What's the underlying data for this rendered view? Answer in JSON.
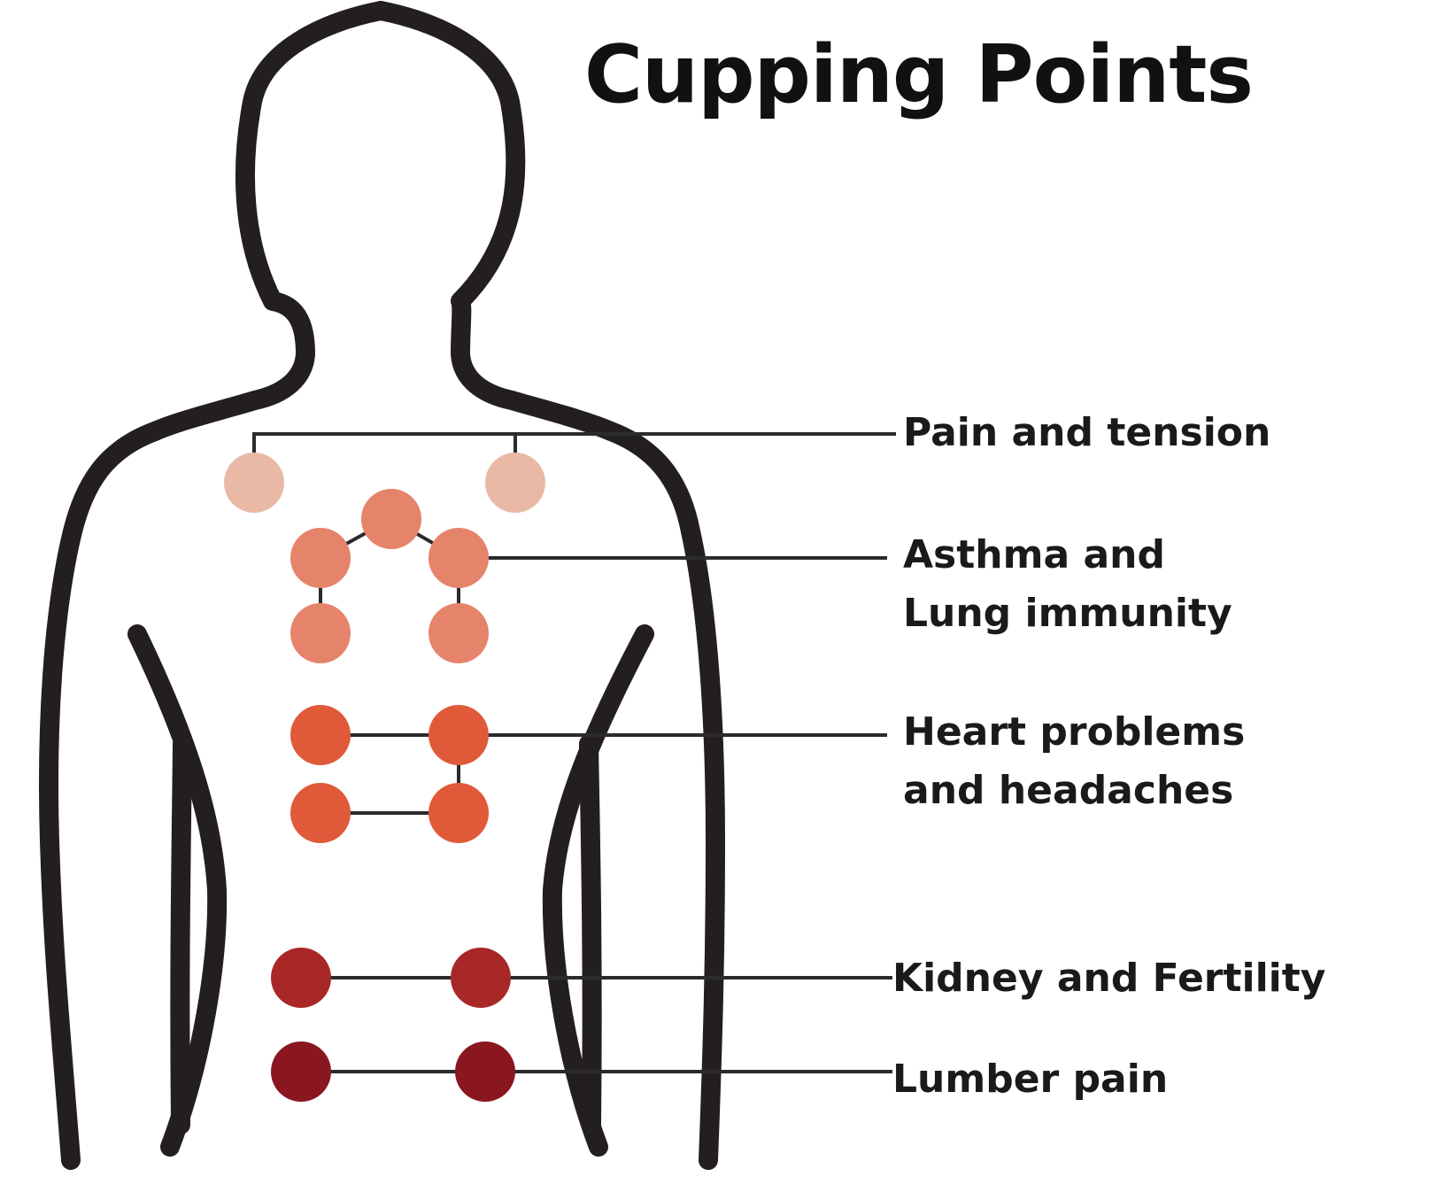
{
  "title": "Cupping Points",
  "colors": {
    "outline": "#231f20",
    "leader_line": "#2b2b2b",
    "pain_tension": "#e9b9a6",
    "asthma_lung": "#e5846b",
    "heart_headaches": "#e05a3a",
    "kidney_fertility": "#a82828",
    "lumber_pain": "#8a1620"
  },
  "groups": [
    {
      "id": "pain_tension",
      "lines": [
        "Pain and tension"
      ],
      "point_count": 2
    },
    {
      "id": "asthma_lung",
      "lines": [
        "Asthma and",
        "Lung immunity"
      ],
      "point_count": 5
    },
    {
      "id": "heart_headaches",
      "lines": [
        "Heart problems",
        "and headaches"
      ],
      "point_count": 4
    },
    {
      "id": "kidney_fertility",
      "lines": [
        "Kidney and Fertility"
      ],
      "point_count": 2
    },
    {
      "id": "lumber_pain",
      "lines": [
        "Lumber pain"
      ],
      "point_count": 2
    }
  ]
}
